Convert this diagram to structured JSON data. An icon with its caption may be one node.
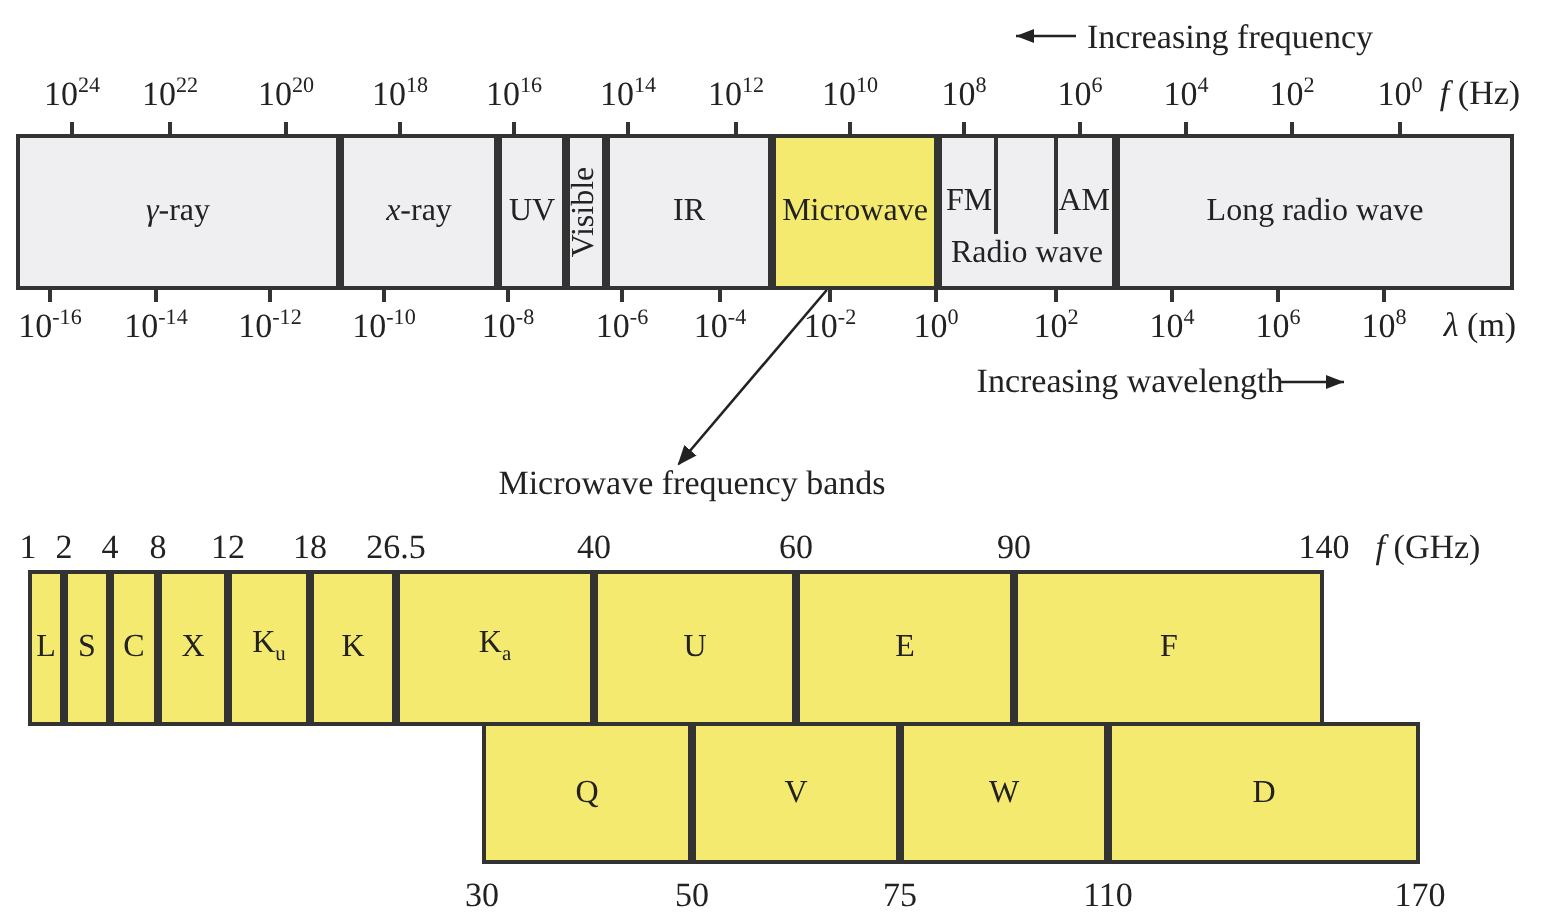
{
  "diagram": {
    "nodes": [
      {
        "text": [
          "*γ*-ray"
        ]
      },
      {
        "text": [
          "*x*-ray"
        ]
      },
      {
        "text": [
          "UV"
        ]
      },
      {
        "text": [
          "Visible"
        ]
      },
      {
        "text": [
          "IR"
        ]
      },
      {
        "text": [
          "Microwave"
        ]
      },
      {
        "text": [
          "FM",
          "AM",
          "Radio wave"
        ]
      },
      {
        "text": [
          "Long radio wave"
        ]
      },
      {
        "text": [
          "Microwave frequency bands"
        ]
      },
      {
        "text": [
          "L"
        ]
      },
      {
        "text": [
          "S"
        ]
      },
      {
        "text": [
          "C"
        ]
      },
      {
        "text": [
          "X"
        ]
      },
      {
        "text": [
          "K$_{u}$"
        ]
      },
      {
        "text": [
          "K"
        ]
      },
      {
        "text": [
          "K$_{a}$"
        ]
      },
      {
        "text": [
          "U"
        ]
      },
      {
        "text": [
          "E"
        ]
      },
      {
        "text": [
          "F"
        ]
      },
      {
        "text": [
          "Q"
        ]
      },
      {
        "text": [
          "V"
        ]
      },
      {
        "text": [
          "W"
        ]
      },
      {
        "text": [
          "D"
        ]
      }
    ],
    "edges": [
      {
        "from": 5,
        "to": 8,
        "arrow": "to"
      }
    ],
    "labels": [
      "Increasing frequency",
      "10$^{24}$",
      "10$^{22}$",
      "10$^{20}$",
      "10$^{18}$",
      "10$^{16}$",
      "10$^{14}$",
      "10$^{12}$",
      "10$^{10}$",
      "10$^{8}$",
      "10$^{6}$",
      "10$^{4}$",
      "10$^{2}$",
      "10$^{0}$",
      "*f* (Hz)",
      "10$^{-16}$",
      "10$^{-14}$",
      "10$^{-12}$",
      "10$^{-10}$",
      "10$^{-8}$",
      "10$^{-6}$",
      "10$^{-4}$",
      "10$^{-2}$",
      "10$^{0}$",
      "10$^{2}$",
      "10$^{4}$",
      "10$^{6}$",
      "10$^{8}$",
      "*λ* (m)",
      "Increasing wavelength",
      "1",
      "2",
      "4",
      "8",
      "12",
      "18",
      "26.5",
      "40",
      "60",
      "90",
      "140",
      "*f* (GHz)",
      "30",
      "50",
      "75",
      "110",
      "170"
    ]
  }
}
